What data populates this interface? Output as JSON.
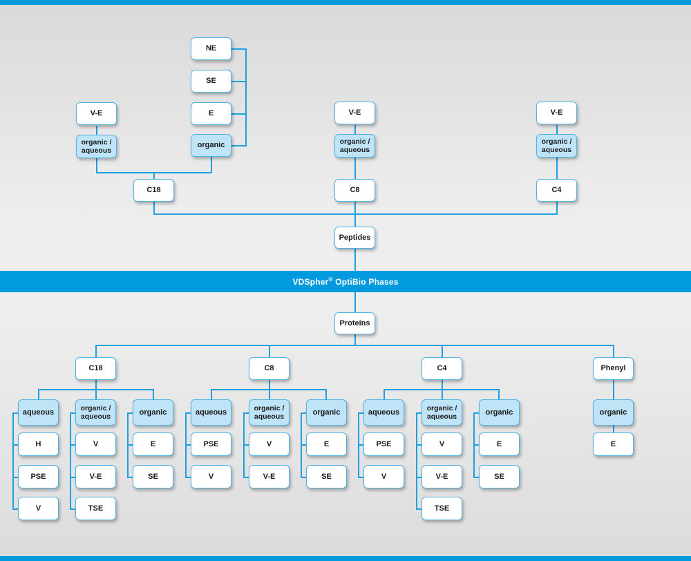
{
  "banner": {
    "brand": "VDSpher",
    "registered": "®",
    "rest": " OptiBio Phases",
    "color": "#019ade"
  },
  "theme": {
    "line": "#1e9fe0",
    "node_border": "#4fb3e3",
    "node_fill_plain": "#ffffff",
    "node_fill_highlight": "#bfe3f7",
    "background_top": "#dadada",
    "background_bottom": "#dcdcdc"
  },
  "peptides": {
    "root_label": "Peptides",
    "columns": [
      {
        "id": "c18",
        "label": "C18",
        "groups": [
          {
            "id": "c18-org-aq",
            "label": "organic /\naqueous",
            "label_line1": "organic /",
            "label_line2": "aqueous",
            "highlight": true,
            "children": [
              {
                "label": "V-E"
              }
            ]
          },
          {
            "id": "c18-org",
            "label": "organic",
            "highlight": true,
            "children": [
              {
                "label": "NE"
              },
              {
                "label": "SE"
              },
              {
                "label": "E"
              }
            ]
          }
        ]
      },
      {
        "id": "c8",
        "label": "C8",
        "groups": [
          {
            "id": "c8-org-aq",
            "label_line1": "organic /",
            "label_line2": "aqueous",
            "highlight": true,
            "children": [
              {
                "label": "V-E"
              }
            ]
          }
        ]
      },
      {
        "id": "c4",
        "label": "C4",
        "groups": [
          {
            "id": "c4-org-aq",
            "label_line1": "organic /",
            "label_line2": "aqueous",
            "highlight": true,
            "children": [
              {
                "label": "V-E"
              }
            ]
          }
        ]
      }
    ]
  },
  "proteins": {
    "root_label": "Proteins",
    "columns": [
      {
        "id": "p-c18",
        "label": "C18",
        "groups": [
          {
            "id": "p-c18-aq",
            "label": "aqueous",
            "highlight": true,
            "children": [
              {
                "label": "H"
              },
              {
                "label": "PSE"
              },
              {
                "label": "V"
              }
            ]
          },
          {
            "id": "p-c18-orgaq",
            "label_line1": "organic /",
            "label_line2": "aqueous",
            "highlight": true,
            "children": [
              {
                "label": "V"
              },
              {
                "label": "V-E"
              },
              {
                "label": "TSE"
              }
            ]
          },
          {
            "id": "p-c18-org",
            "label": "organic",
            "highlight": true,
            "children": [
              {
                "label": "E"
              },
              {
                "label": "SE"
              }
            ]
          }
        ]
      },
      {
        "id": "p-c8",
        "label": "C8",
        "groups": [
          {
            "id": "p-c8-aq",
            "label": "aqueous",
            "highlight": true,
            "children": [
              {
                "label": "PSE"
              },
              {
                "label": "V"
              }
            ]
          },
          {
            "id": "p-c8-orgaq",
            "label_line1": "organic /",
            "label_line2": "aqueous",
            "highlight": true,
            "children": [
              {
                "label": "V"
              },
              {
                "label": "V-E"
              }
            ]
          },
          {
            "id": "p-c8-org",
            "label": "organic",
            "highlight": true,
            "children": [
              {
                "label": "E"
              },
              {
                "label": "SE"
              }
            ]
          }
        ]
      },
      {
        "id": "p-c4",
        "label": "C4",
        "groups": [
          {
            "id": "p-c4-aq",
            "label": "aqueous",
            "highlight": true,
            "children": [
              {
                "label": "PSE"
              },
              {
                "label": "V"
              }
            ]
          },
          {
            "id": "p-c4-orgaq",
            "label_line1": "organic /",
            "label_line2": "aqueous",
            "highlight": true,
            "children": [
              {
                "label": "V"
              },
              {
                "label": "V-E"
              },
              {
                "label": "TSE"
              }
            ]
          },
          {
            "id": "p-c4-org",
            "label": "organic",
            "highlight": true,
            "children": [
              {
                "label": "E"
              },
              {
                "label": "SE"
              }
            ]
          }
        ]
      },
      {
        "id": "p-phenyl",
        "label": "Phenyl",
        "groups": [
          {
            "id": "p-phenyl-org",
            "label": "organic",
            "highlight": true,
            "children": [
              {
                "label": "E"
              }
            ]
          }
        ]
      }
    ]
  },
  "nodes": {
    "top": {
      "ne": "NE",
      "se": "SE",
      "e": "E",
      "organic": "organic",
      "ve_left": "V-E",
      "orgaq_left_1": "organic /",
      "orgaq_left_2": "aqueous",
      "c18": "C18",
      "ve_mid": "V-E",
      "orgaq_mid_1": "organic /",
      "orgaq_mid_2": "aqueous",
      "c8": "C8",
      "ve_right": "V-E",
      "orgaq_right_1": "organic /",
      "orgaq_right_2": "aqueous",
      "c4": "C4",
      "peptides": "Peptides"
    },
    "bottom": {
      "proteins": "Proteins",
      "c18": "C18",
      "c8": "C8",
      "c4": "C4",
      "phenyl": "Phenyl",
      "aqueous": "aqueous",
      "organic": "organic",
      "orgaq_1": "organic /",
      "orgaq_2": "aqueous",
      "h": "H",
      "pse": "PSE",
      "v": "V",
      "ve": "V-E",
      "tse": "TSE",
      "e": "E",
      "se": "SE"
    }
  }
}
